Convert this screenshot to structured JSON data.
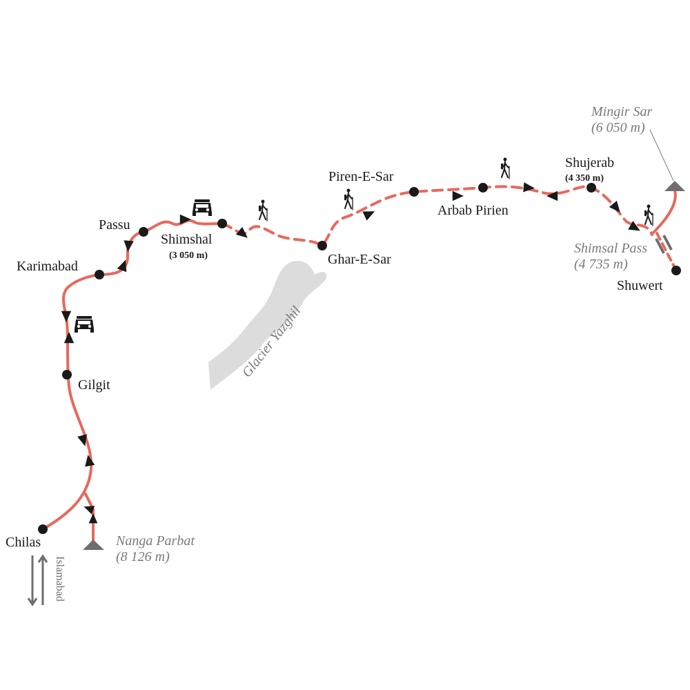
{
  "colors": {
    "route": "#e8685c",
    "node": "#1a1a1a",
    "peak": "#6e6e6e",
    "glacier": "#dcdcdc",
    "label_gray": "#7a7a7a"
  },
  "places": {
    "chilas": "Chilas",
    "gilgit": "Gilgit",
    "karimabad": "Karimabad",
    "passu": "Passu",
    "shimshal": "Shimshal",
    "shimshal_alt": "(3 050 m)",
    "ghar_e_sar": "Ghar-E-Sar",
    "piren_e_sar": "Piren-E-Sar",
    "arbab_pirien": "Arbab Pirien",
    "shujerab": "Shujerab",
    "shujerab_alt": "(4 350 m)",
    "shuwert": "Shuwert"
  },
  "peaks": {
    "nanga_parbat": "Nanga Parbat",
    "nanga_parbat_alt": "(8 126 m)",
    "mingir_sar": "Mingir Sar",
    "mingir_sar_alt": "(6 050 m)",
    "shimsal_pass": "Shimsal Pass",
    "shimsal_pass_alt": "(4 735 m)"
  },
  "glacier": "Glacier Yazghil",
  "external": "Islamabad",
  "icons": [
    "jeep-icon",
    "hiker-icon",
    "direction-arrow-icon",
    "peak-triangle-icon"
  ]
}
